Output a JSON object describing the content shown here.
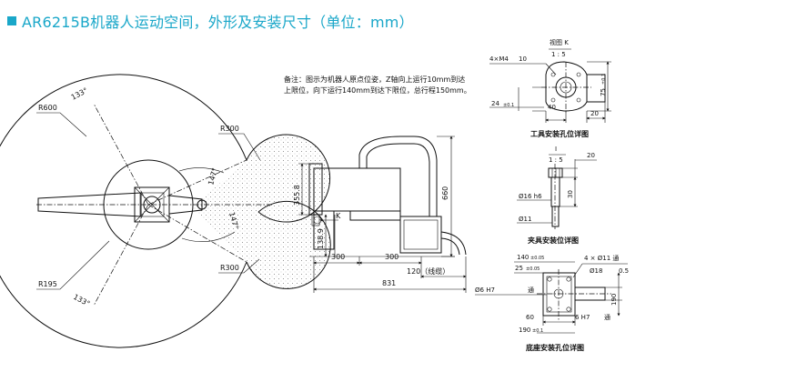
{
  "header": {
    "title": "AR6215B机器人运动空间，外形及安装尺寸（单位：mm）",
    "accent_color": "#1aa7c9",
    "icon": "square-icon"
  },
  "workspace": {
    "labels": {
      "r600": "R600",
      "r195": "R195",
      "r300_top": "R300",
      "r300_bottom": "R300",
      "angle_top": "133°",
      "angle_bottom": "133°",
      "angle_right_top": "147°",
      "angle_right_bottom": "147°"
    }
  },
  "side_view": {
    "note_line1": "备注：图示为机器人原点位姿，Z轴向上运行10mm到达",
    "note_line2": "上限位，向下运行140mm到达下限位，总行程150mm。",
    "dims": {
      "d355": "355.8",
      "d660": "660",
      "d138": "138.9",
      "d300a": "300",
      "d300b": "300",
      "d120": "120（线缆）",
      "d831": "831",
      "k_label": "K"
    }
  },
  "tool_detail": {
    "view_label": "视图 K",
    "scale": "1 : 5",
    "screw": "4×M4",
    "depth": "10",
    "d24": "24",
    "tol24": "±0.1",
    "d40": "40",
    "d20": "20",
    "d75": "75",
    "tol75": "±0.1",
    "caption": "工具安装孔位详图"
  },
  "clamp_detail": {
    "mark": "I",
    "scale": "1 : 5",
    "d20": "20",
    "d30": "30",
    "phi16": "Ø16 h6",
    "phi11": "Ø11",
    "caption": "夹具安装位详图"
  },
  "base_detail": {
    "d140": "140",
    "tol140": "±0.05",
    "d25": "25",
    "tol25": "±0.05",
    "holes": "4 × Ø11 通",
    "counterbore": "Ø18",
    "cb_depth": "0.5",
    "phi6_left": "Ø6 H7",
    "phi6_right": "6 H7",
    "through": "通",
    "d60": "60",
    "d190_bottom": "190",
    "tol190": "±0.1",
    "d190_right": "190",
    "caption": "底座安装孔位详图"
  }
}
